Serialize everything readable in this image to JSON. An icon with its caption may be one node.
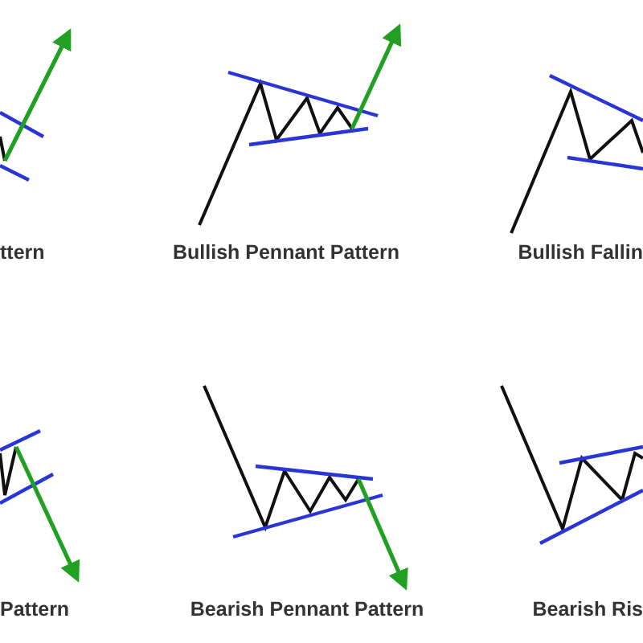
{
  "diagram": {
    "labels": [
      "ttern",
      "Bullish Pennant Pattern",
      "Bullish Fallin",
      "Pattern",
      "Bearish Pennant Pattern",
      "Bearish Ris"
    ]
  }
}
